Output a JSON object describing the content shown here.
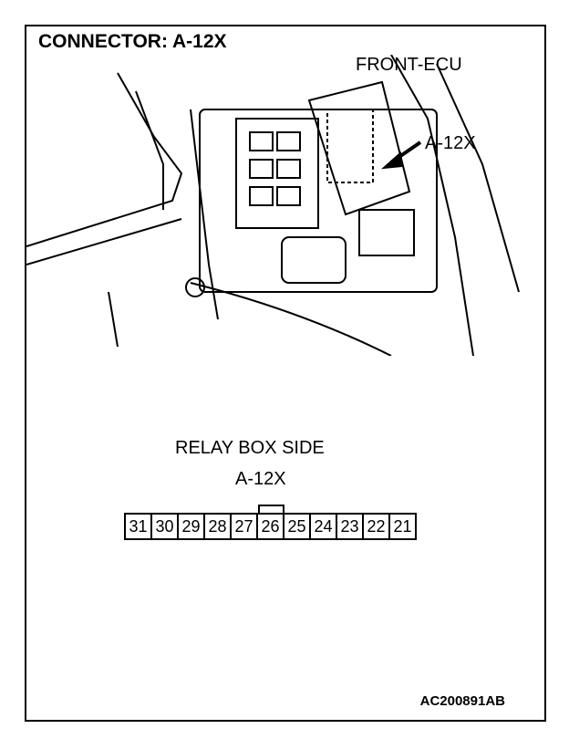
{
  "title": "CONNECTOR: A-12X",
  "illustration": {
    "label_front_ecu": "FRONT-ECU",
    "label_connector": "A-12X"
  },
  "connector": {
    "side_label": "RELAY BOX SIDE",
    "name": "A-12X",
    "pins": [
      "31",
      "30",
      "29",
      "28",
      "27",
      "26",
      "25",
      "24",
      "23",
      "22",
      "21"
    ]
  },
  "figure_code": "AC200891AB"
}
